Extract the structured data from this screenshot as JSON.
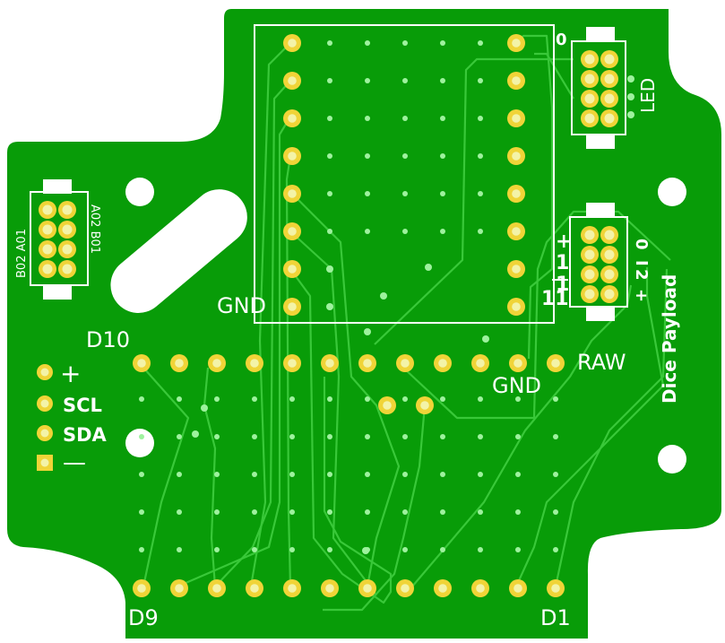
{
  "board": {
    "colors": {
      "copper": "#089c08",
      "trace": "#39c839",
      "silk": "#ffffff",
      "pad": "#f0d438",
      "pad_hole": "#f3f3a8",
      "via": "#9ef29e",
      "background": "#ffffff"
    },
    "labels": {
      "gnd_left": "GND",
      "gnd_right": "GND",
      "raw": "RAW",
      "d10": "D10",
      "d9": "D9",
      "d1": "D1",
      "led": "LED",
      "dice_payload": "Dice Payload",
      "led_pin": "0",
      "left_connector_left": "B02 A01",
      "left_connector_right": "A02 B01"
    },
    "legend": [
      {
        "symbol": "+",
        "label": ""
      },
      {
        "symbol": "",
        "label": "SCL"
      },
      {
        "symbol": "",
        "label": "SDA"
      },
      {
        "symbol": "—",
        "label": ""
      }
    ],
    "dice_connector": {
      "left_marks": [
        "+",
        "1",
        "1",
        "11"
      ],
      "right_marks": [
        "0",
        "I",
        "2",
        "+"
      ]
    }
  }
}
